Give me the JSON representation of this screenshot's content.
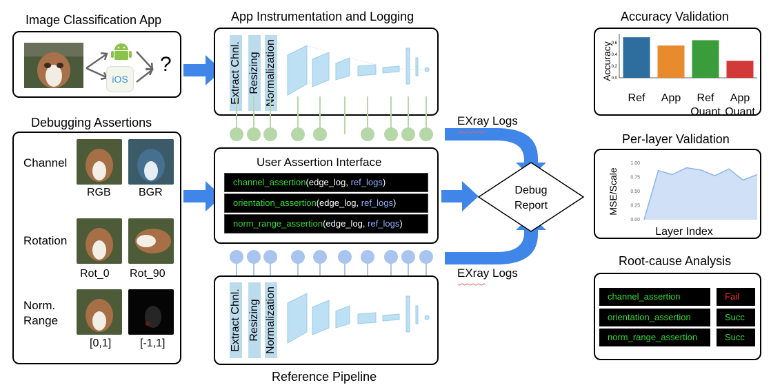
{
  "titles": {
    "image_app": "Image Classification App",
    "instrumentation": "App Instrumentation and Logging",
    "accuracy": "Accuracy Validation",
    "debug_assertions": "Debugging Assertions",
    "per_layer": "Per-layer Validation",
    "user_interface": "User Assertion Interface",
    "root_cause": "Root-cause Analysis",
    "reference": "Reference Pipeline"
  },
  "app": {
    "question": "?",
    "ios": "iOS"
  },
  "pipeline_stages": [
    "Extract Chnl.",
    "Resizing",
    "Normalization"
  ],
  "exray_logs_top": "EXray Logs",
  "exray_logs_bottom": "EXray Logs",
  "debug_report": [
    "Debug",
    "Report"
  ],
  "assertions": [
    {
      "fn": "channel_assertion",
      "open": "(edge_log, ",
      "arg": "ref_logs",
      "close": ")"
    },
    {
      "fn": "orientation_assertion",
      "open": "(edge_log, ",
      "arg": "ref_logs",
      "close": ")"
    },
    {
      "fn": "norm_range_assertion",
      "open": "(edge_log, ",
      "arg": "ref_logs",
      "close": ")"
    }
  ],
  "debug_rows": [
    {
      "label": "Channel",
      "a": "RGB",
      "b": "BGR"
    },
    {
      "label": "Rotation",
      "a": "Rot_0",
      "b": "Rot_90"
    },
    {
      "label": "Norm.\nRange",
      "a": "[0,1]",
      "b": "[-1,1]"
    }
  ],
  "root_cause": [
    {
      "name": "channel_assertion",
      "status": "Fail",
      "status_color": "#ff2a2a"
    },
    {
      "name": "orientation_assertion",
      "status": "Succ",
      "status_color": "#33dd33"
    },
    {
      "name": "norm_range_assertion",
      "status": "Succ",
      "status_color": "#33dd33"
    }
  ],
  "colors": {
    "arrow": "#3f86e8",
    "node_top": "#b6d7a8",
    "node_bottom": "#a9c4ee",
    "layer": "#bde0f5"
  },
  "chart_data": [
    {
      "type": "bar",
      "categories": [
        "Ref",
        "App",
        "Ref\nQuant",
        "App\nQuant"
      ],
      "values": [
        0.69,
        0.55,
        0.64,
        0.29
      ],
      "colors": [
        "#2e6e9e",
        "#e88a2e",
        "#3a9c3a",
        "#d23a3a"
      ],
      "ylabel": "Accuracy",
      "yticks": [
        "0.6",
        "0.4",
        "0.2",
        "0.0"
      ],
      "ylim": [
        0,
        0.75
      ]
    },
    {
      "type": "area",
      "x": [
        0,
        1,
        2,
        3,
        4,
        5,
        6,
        7,
        8
      ],
      "values": [
        0.0,
        0.87,
        0.8,
        0.92,
        0.88,
        0.78,
        0.9,
        0.7,
        0.8
      ],
      "ylabel": "MSE/Scale",
      "xlabel": "Layer Index",
      "yticks": [
        "1.00",
        "0.75",
        "0.50",
        "0.25",
        "0.00"
      ],
      "ylim": [
        0,
        1.0
      ],
      "color": "#8cb4ea"
    }
  ]
}
